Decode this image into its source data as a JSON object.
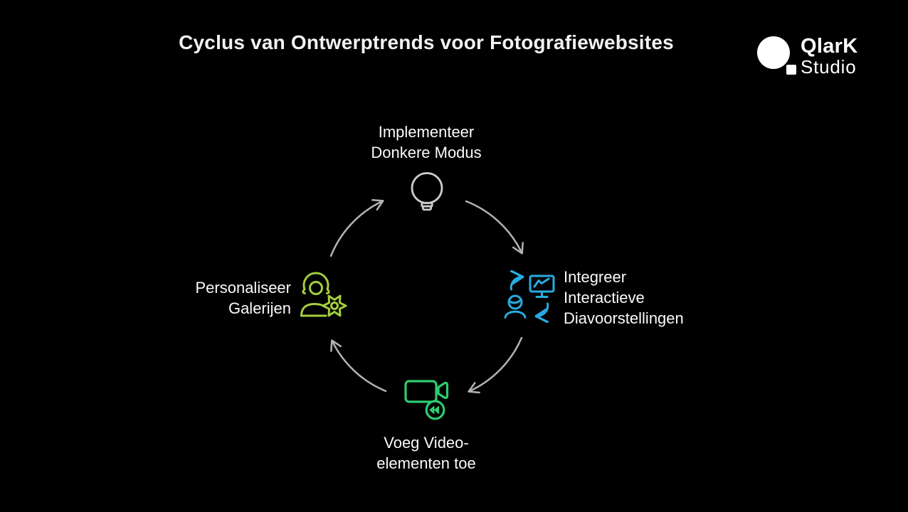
{
  "title": "Cyclus van Ontwerptrends voor Fotografiewebsites",
  "logo": {
    "name": "QlarK",
    "studio": "Studio"
  },
  "colors": {
    "background": "#000000",
    "text": "#fafafa",
    "arrow": "#b3b3b3",
    "bulb_icon": "#cccccc",
    "slideshow_icon": "#29abe2",
    "video_icon": "#2ecc71",
    "persongear_icon": "#a3ce3c"
  },
  "cycle": {
    "direction": "clockwise",
    "steps_count": 4
  },
  "nodes": [
    {
      "id": "dark-mode",
      "position": "top",
      "icon": "lightbulb-icon",
      "icon_color": "#cccccc",
      "label_lines": [
        "Implementeer",
        "Donkere Modus"
      ]
    },
    {
      "id": "interactive-slideshows",
      "position": "right",
      "icon": "interactive-slideshow-icon",
      "icon_color": "#29abe2",
      "label_lines": [
        "Integreer",
        "Interactieve",
        "Diavoorstellingen"
      ]
    },
    {
      "id": "video-elements",
      "position": "bottom",
      "icon": "video-camera-rewind-icon",
      "icon_color": "#2ecc71",
      "label_lines": [
        "Voeg Video-",
        "elementen toe"
      ]
    },
    {
      "id": "personalized-galleries",
      "position": "left",
      "icon": "person-gear-icon",
      "icon_color": "#a3ce3c",
      "label_lines": [
        "Personaliseer",
        "Galerijen"
      ]
    }
  ]
}
